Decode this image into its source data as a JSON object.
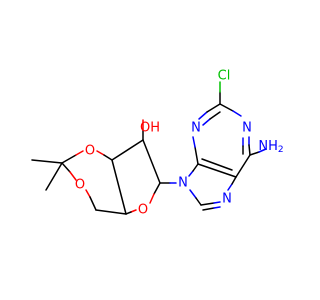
{
  "molecule": {
    "atoms": {
      "hydroxyl": "OH",
      "ring_o_top": "O",
      "ring_o_left": "O",
      "furan_o": "O",
      "purine_n_top": "N",
      "purine_n_right": "N",
      "purine_n9": "N",
      "purine_n7": "N",
      "chloro": "Cl",
      "amino": "NH",
      "amino_sub": "2"
    },
    "colors": {
      "oxygen": "#ff0000",
      "nitrogen": "#0000ff",
      "chlorine": "#00c000",
      "carbon_bond": "#000000"
    }
  }
}
